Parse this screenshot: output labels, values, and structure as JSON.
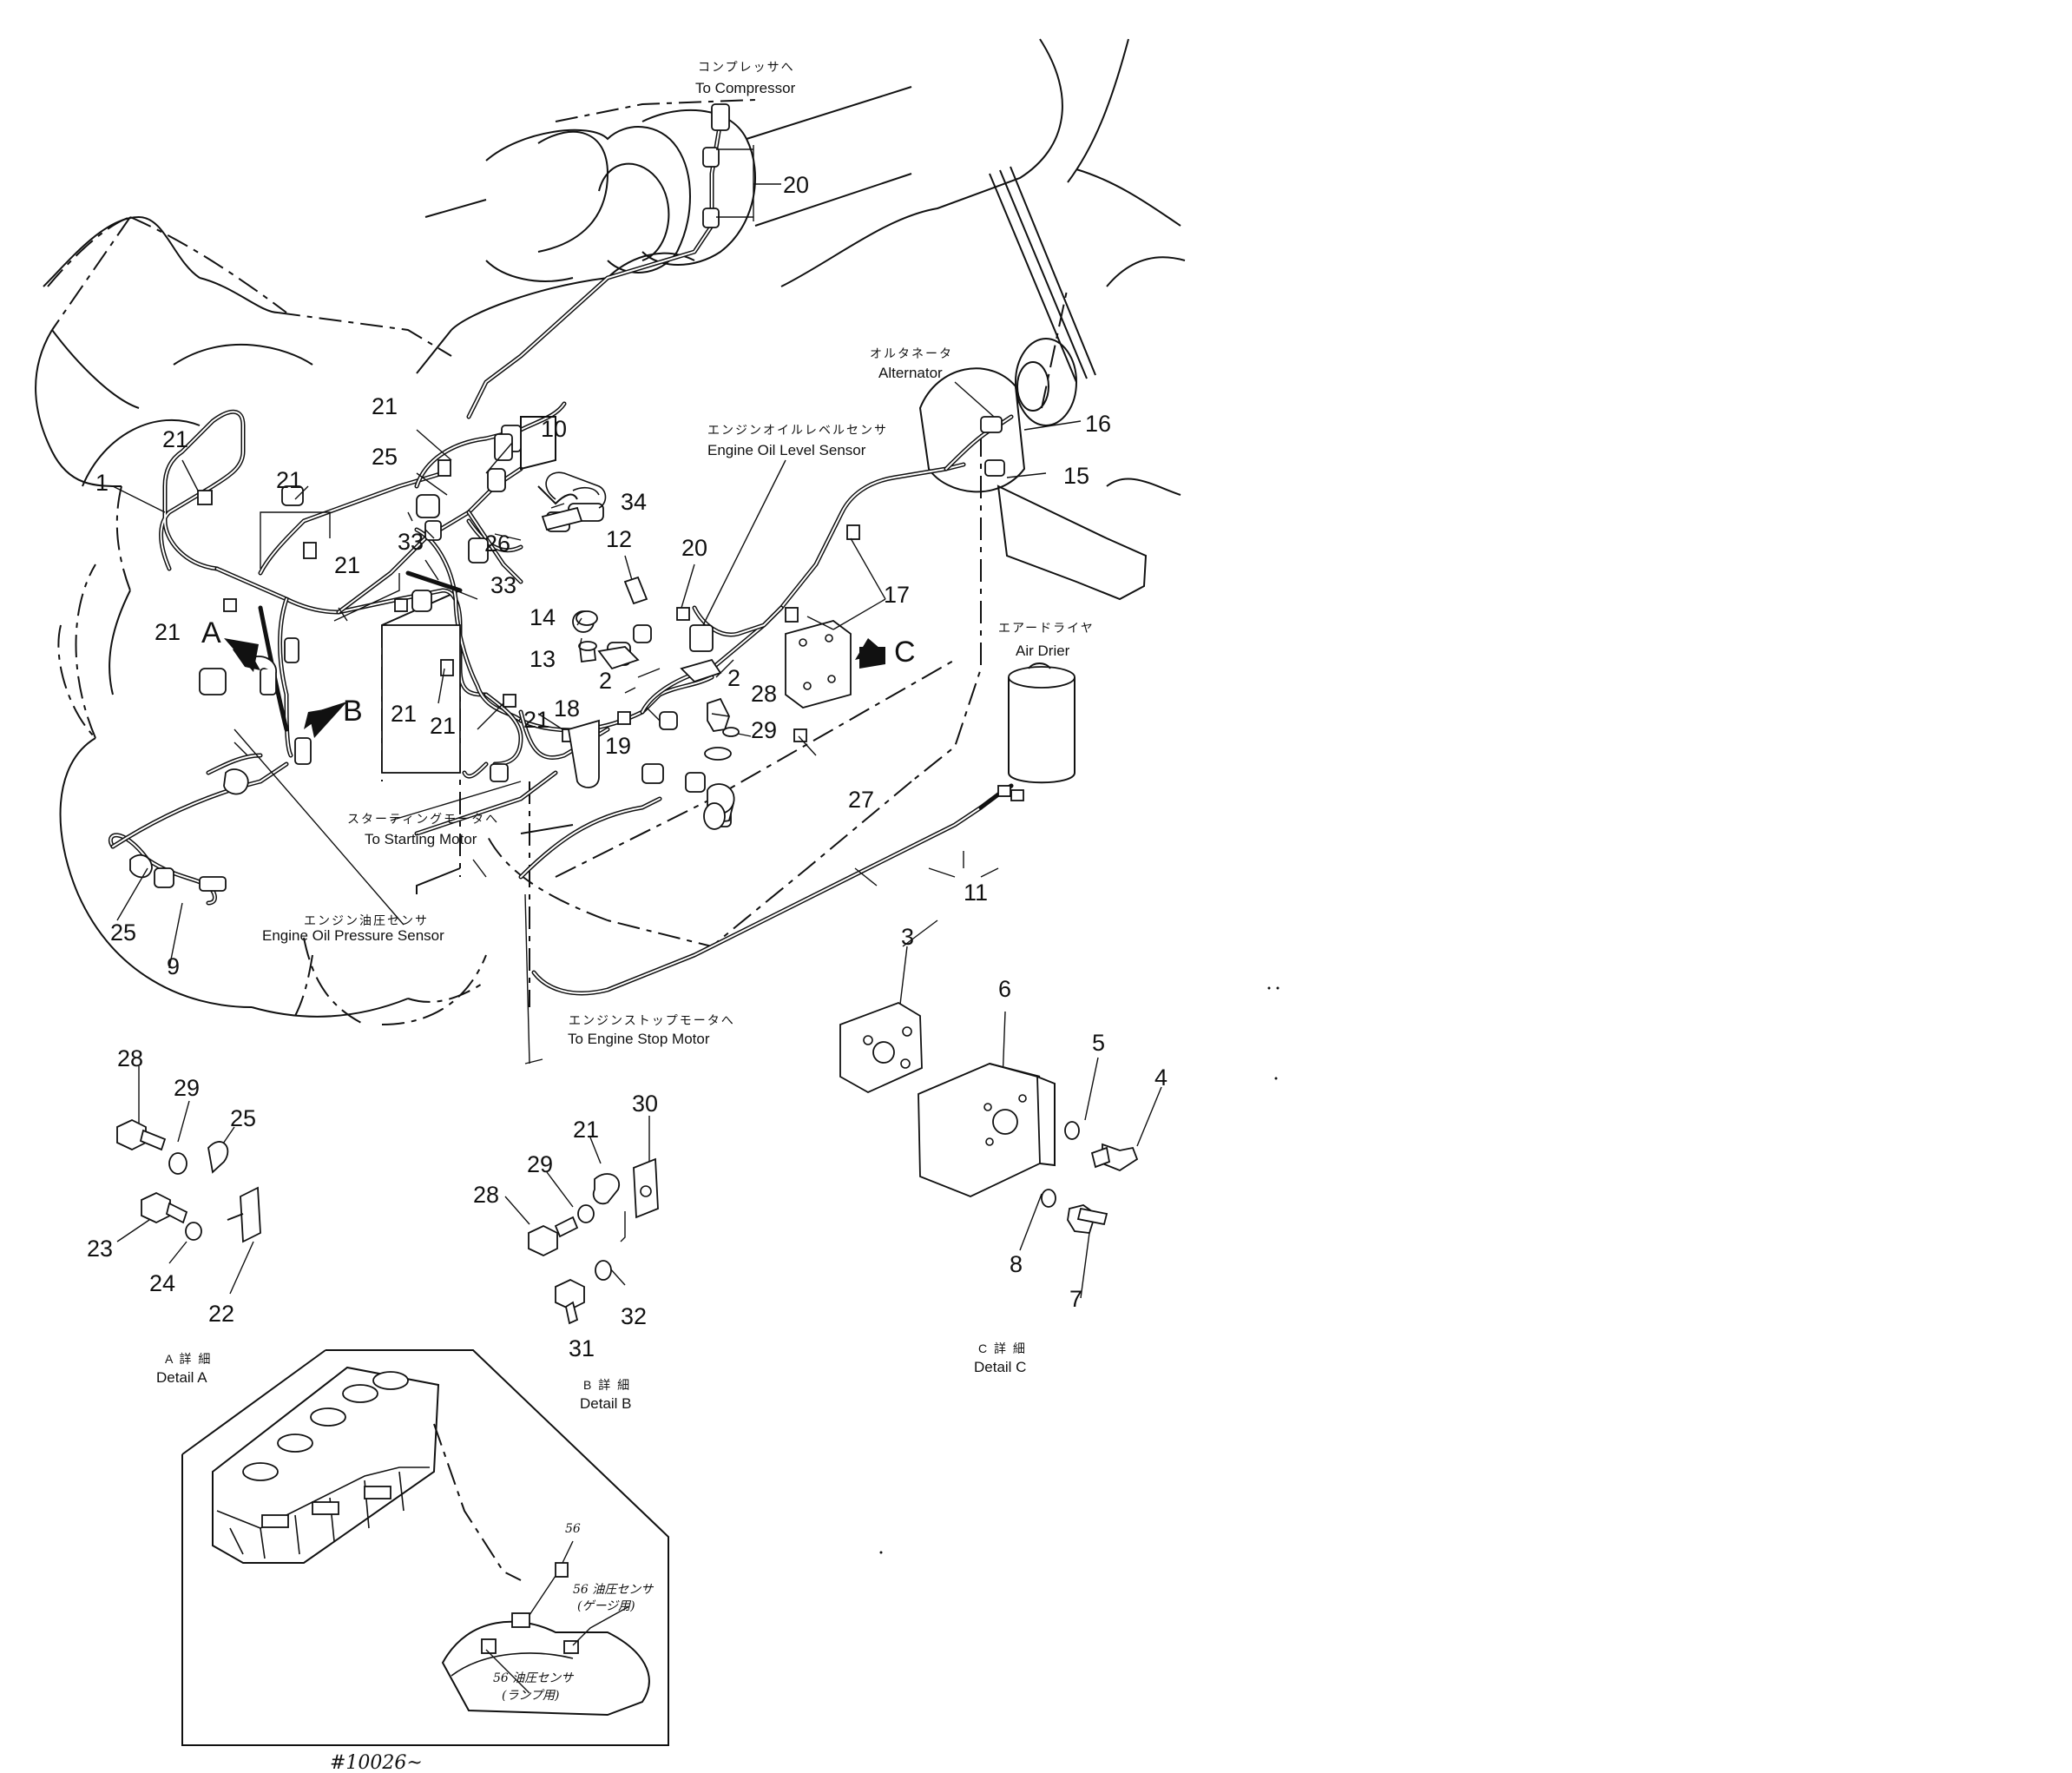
{
  "diagram": {
    "part_numbers": {
      "p1": "1",
      "p2a": "2",
      "p2b": "2",
      "p3": "3",
      "p4": "4",
      "p5": "5",
      "p6": "6",
      "p7": "7",
      "p8": "8",
      "p9": "9",
      "p10": "10",
      "p11": "11",
      "p12": "12",
      "p13": "13",
      "p14": "14",
      "p15": "15",
      "p16": "16",
      "p17": "17",
      "p18": "18",
      "p19": "19",
      "p20a": "20",
      "p20b": "20",
      "p21a": "21",
      "p21b": "21",
      "p21c": "21",
      "p21d": "21",
      "p21e": "21",
      "p21f": "21",
      "p21g": "21",
      "p21h": "21",
      "p21i": "21",
      "p22": "22",
      "p23": "23",
      "p24": "24",
      "p25a": "25",
      "p25b": "25",
      "p25c": "25",
      "p26": "26",
      "p27": "27",
      "p28a": "28",
      "p28b": "28",
      "p28c": "28",
      "p29a": "29",
      "p29b": "29",
      "p29c": "29",
      "p30": "30",
      "p31": "31",
      "p32": "32",
      "p33a": "33",
      "p33b": "33",
      "p34": "34"
    },
    "view_arrows": {
      "a": "A",
      "b": "B",
      "c": "C"
    },
    "labels": {
      "compressor_jp": "コンプレッサへ",
      "compressor_en": "To Compressor",
      "alternator_jp": "オルタネータ",
      "alternator_en": "Alternator",
      "oil_level_jp": "エンジンオイルレベルセンサ",
      "oil_level_en": "Engine Oil Level Sensor",
      "air_drier_jp": "エアードライヤ",
      "air_drier_en": "Air Drier",
      "starting_motor_jp": "スターティングモータへ",
      "starting_motor_en": "To Starting Motor",
      "oil_pressure_jp": "エンジン油圧センサ",
      "oil_pressure_en": "Engine Oil Pressure Sensor",
      "stop_motor_jp": "エンジンストップモータへ",
      "stop_motor_en": "To Engine Stop Motor"
    },
    "details": {
      "a_jp": "A 詳 細",
      "a_en": "Detail A",
      "b_jp": "B 詳 細",
      "b_en": "Detail B",
      "c_jp": "C 詳 細",
      "c_en": "Detail C"
    },
    "inset": {
      "part_no": "56",
      "note_top_1": "56 油圧センサ",
      "note_top_2": "(ゲージ用)",
      "note_bottom_1": "56 油圧センサ",
      "note_bottom_2": "(ランプ用)",
      "serial": "#10026~"
    }
  }
}
